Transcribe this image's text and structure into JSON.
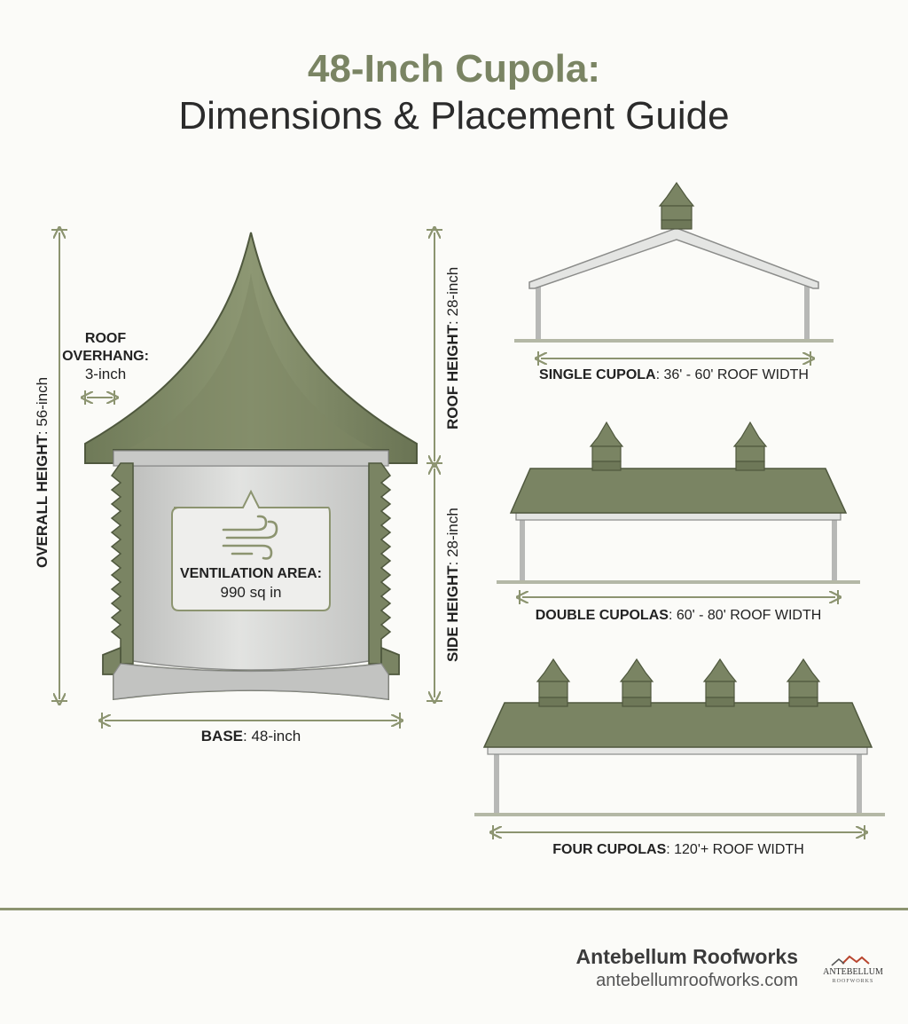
{
  "title": {
    "line1": "48-Inch Cupola:",
    "line2": "Dimensions & Placement Guide"
  },
  "cupola": {
    "overall_height": {
      "label": "OVERALL HEIGHT",
      "value": ": 56-inch"
    },
    "roof_overhang": {
      "label_line1": "ROOF",
      "label_line2": "OVERHANG:",
      "value": "3-inch"
    },
    "roof_height": {
      "label": "ROOF HEIGHT",
      "value": ": 28-inch"
    },
    "side_height": {
      "label": "SIDE HEIGHT",
      "value": ": 28-inch"
    },
    "ventilation": {
      "label": "VENTILATION AREA:",
      "value": "990 sq in",
      "icon": "wind-icon"
    },
    "base": {
      "label": "BASE",
      "value": ": 48-inch"
    }
  },
  "placement": {
    "single": {
      "label": "SINGLE CUPOLA",
      "value": ": 36' - 60' ROOF WIDTH",
      "count": 1
    },
    "double": {
      "label": "DOUBLE CUPOLAS",
      "value": ": 60' - 80' ROOF WIDTH",
      "count": 2
    },
    "four": {
      "label": "FOUR CUPOLAS",
      "value": ": 120'+ ROOF WIDTH",
      "count": 4
    }
  },
  "footer": {
    "brand_name": "Antebellum Roofworks",
    "url": "antebellumroofworks.com",
    "logo_text": "ANTEBELLUM",
    "logo_subtext": "ROOFWORKS"
  },
  "colors": {
    "olive": "#7a8463",
    "olive_dark": "#4f583e",
    "gray_body": "#d3d4d2",
    "dimension_line": "#8c9470"
  }
}
